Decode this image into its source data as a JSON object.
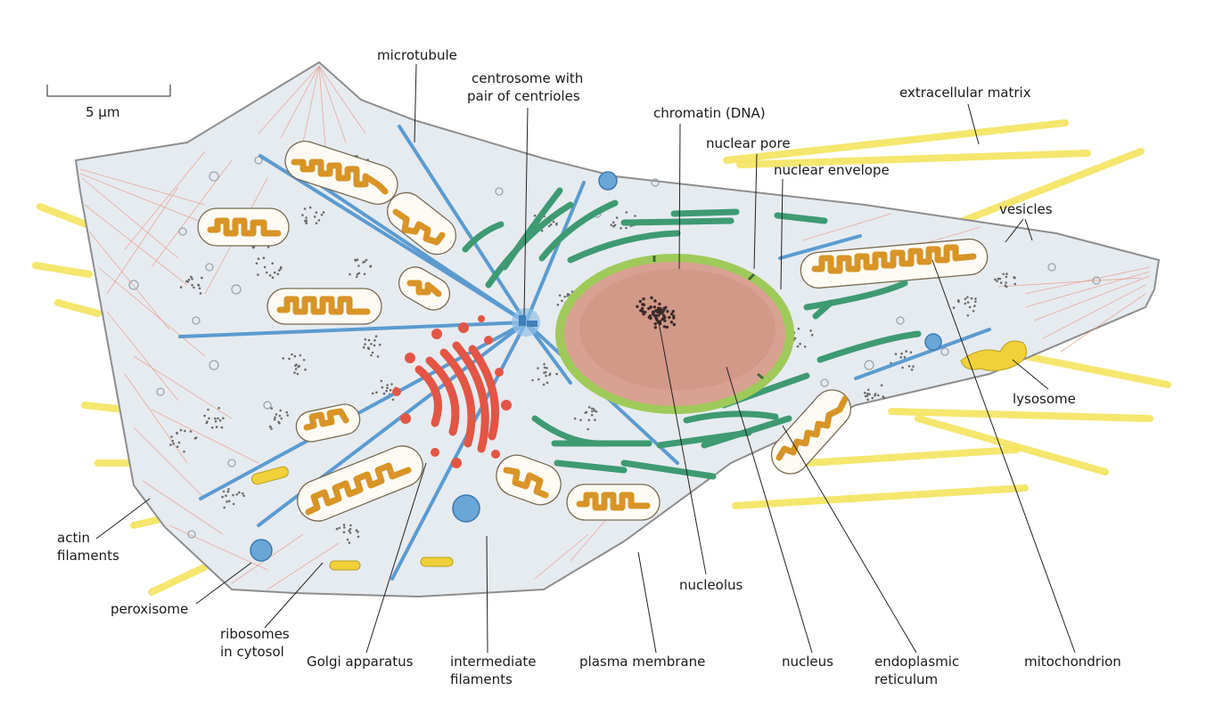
{
  "scale_bar": {
    "label": "5 µm"
  },
  "labels": {
    "microtubule": "microtubule",
    "centrosome_line1": "centrosome with",
    "centrosome_line2": "pair of centrioles",
    "chromatin": "chromatin (DNA)",
    "nuclear_pore": "nuclear pore",
    "nuclear_envelope": "nuclear envelope",
    "extracellular_matrix": "extracellular matrix",
    "vesicles": "vesicles",
    "lysosome": "lysosome",
    "actin_line1": "actin",
    "actin_line2": "filaments",
    "peroxisome": "peroxisome",
    "ribosomes_line1": "ribosomes",
    "ribosomes_line2": "in cytosol",
    "golgi": "Golgi apparatus",
    "intermediate_line1": "intermediate",
    "intermediate_line2": "filaments",
    "plasma_membrane": "plasma membrane",
    "nucleolus": "nucleolus",
    "nucleus": "nucleus",
    "er_line1": "endoplasmic",
    "er_line2": "reticulum",
    "mitochondrion": "mitochondrion"
  },
  "colors": {
    "cytoplasm": "#e6ebf0",
    "membrane": "#8d8d8d",
    "microtubule": "#5b9bd0",
    "er": "#3e9a72",
    "golgi": "#e35545",
    "mitochondrion": "#d89426",
    "nucleus": "#d9a192",
    "nuclear_envelope": "#9fca5a",
    "ecm": "#f3e255",
    "actin": "#e89d8c",
    "peroxisome": "#6aa6d6"
  }
}
